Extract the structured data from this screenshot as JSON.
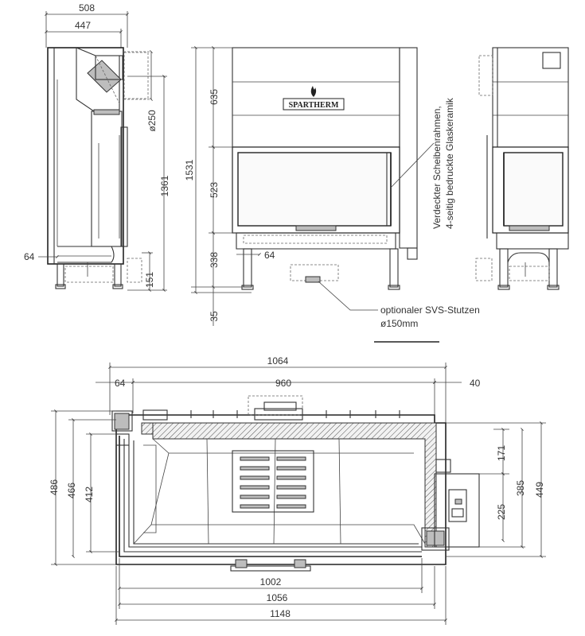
{
  "brand": {
    "logo_text": "SPARTHERM"
  },
  "side_view_left": {
    "dims": {
      "depth_total": "508",
      "depth_body": "447",
      "flue_diameter": "ø250",
      "flue_height": "1361",
      "offset_64": "64",
      "feet_151": "151"
    }
  },
  "front_view": {
    "dims": {
      "height_total": "1531",
      "hood": "635",
      "glass": "523",
      "base": "338",
      "legs": "35",
      "offset_64": "64"
    },
    "annotations": {
      "glass_note_line1": "Verdeckter Scheibenrahmen,",
      "glass_note_line2": "4-seitig bedruckte Glaskeramik",
      "svs_line1": "optionaler SVS-Stutzen",
      "svs_line2": "ø150mm"
    }
  },
  "top_view": {
    "dims": {
      "width_1064": "1064",
      "width_960": "960",
      "offset_64": "64",
      "offset_40": "40",
      "depth_486": "486",
      "depth_466": "466",
      "depth_412": "412",
      "depth_171": "171",
      "depth_385": "385",
      "depth_449": "449",
      "depth_225": "225",
      "width_1002": "1002",
      "width_1056": "1056",
      "width_1148": "1148"
    }
  }
}
